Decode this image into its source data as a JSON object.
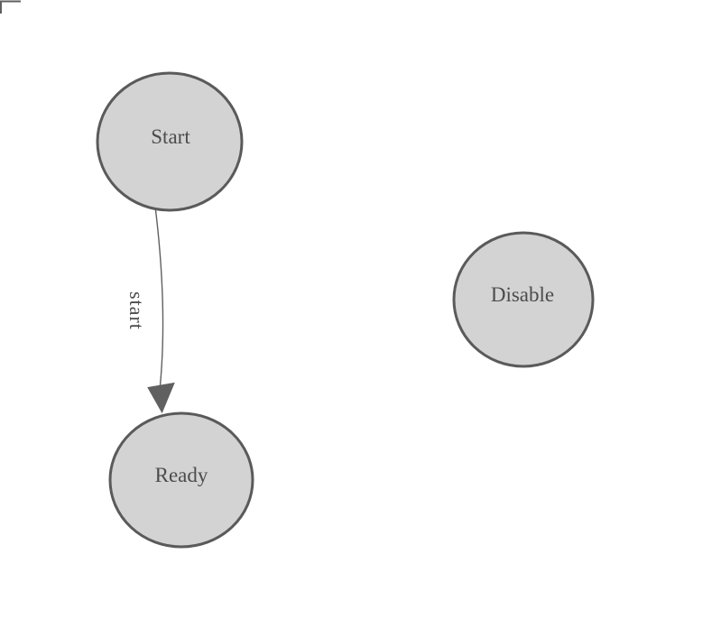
{
  "diagram": {
    "type": "state-machine",
    "nodes": [
      {
        "id": "start",
        "label": "Start"
      },
      {
        "id": "ready",
        "label": "Ready"
      },
      {
        "id": "disable",
        "label": "Disable"
      }
    ],
    "edges": [
      {
        "from": "start",
        "to": "ready",
        "label": "start"
      }
    ],
    "colors": {
      "background": "#ffffff",
      "node_fill": "#d3d3d3",
      "node_stroke": "#5a5a5a",
      "text": "#4c4c4c",
      "edge_stroke": "#606060",
      "corner_mark": "#5f5f5f"
    }
  }
}
